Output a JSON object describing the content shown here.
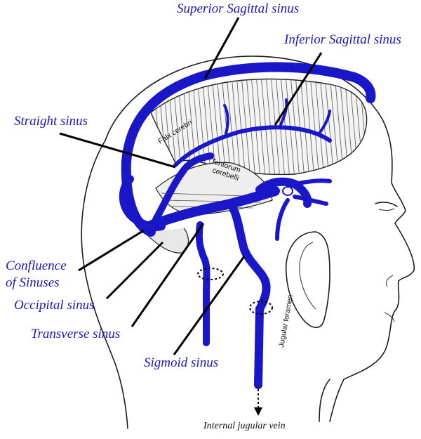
{
  "labels": {
    "superior_sagittal_sinus": "Superior Sagittal sinus",
    "inferior_sagittal_sinus": "Inferior Sagittal sinus",
    "straight_sinus": "Straight sinus",
    "confluence_line1": "Confluence",
    "confluence_line2": "of Sinuses",
    "occipital_sinus": "Occipital sinus",
    "transverse_sinus": "Transverse sinus",
    "sigmoid_sinus": "Sigmoid sinus",
    "internal_jugular_vein": "Internal jugular vein",
    "falx_cerebri": "Falx cerebri",
    "tentorum_line1": "Tentorum",
    "tentorum_line2": "cerebelli",
    "jugular_foramen": "Jugular foramen"
  },
  "colors": {
    "vein": "#1a17c8",
    "label": "#1a17c8",
    "pointer": "#000000",
    "outline": "#1b1b1b"
  }
}
